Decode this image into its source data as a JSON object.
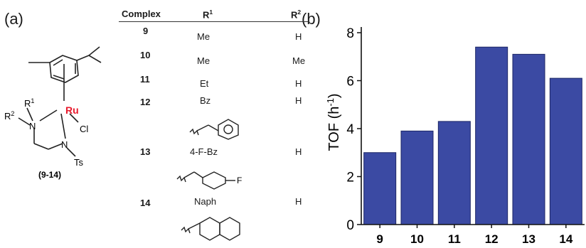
{
  "panel_a_label": "(a)",
  "panel_b_label": "(b)",
  "structure": {
    "ru": "Ru",
    "cl": "Cl",
    "n_left": "N",
    "n_right": "N",
    "ts": "Ts",
    "r1": "R",
    "r1_sup": "1",
    "r2": "R",
    "r2_sup": "2",
    "caption": "(9-14)",
    "ru_color": "#e8192c"
  },
  "table": {
    "headers": {
      "complex": "Complex",
      "r1": "R",
      "r1_sup": "1",
      "r2": "R",
      "r2_sup": "2"
    },
    "rows": [
      {
        "complex": "9",
        "r1": "Me",
        "r2": "H"
      },
      {
        "complex": "10",
        "r1": "Me",
        "r2": "Me"
      },
      {
        "complex": "11",
        "r1": "Et",
        "r2": "H"
      },
      {
        "complex": "12",
        "r1": "Bz",
        "r2": "H"
      },
      {
        "complex": "13",
        "r1": "4-F-Bz",
        "r2": "H"
      },
      {
        "complex": "14",
        "r1": "Naph",
        "r2": "H"
      }
    ],
    "fluoro_label": "F"
  },
  "chart_data": {
    "type": "bar",
    "categories": [
      "9",
      "10",
      "11",
      "12",
      "13",
      "14"
    ],
    "values": [
      3.0,
      3.9,
      4.3,
      7.4,
      7.1,
      6.1
    ],
    "title": "",
    "xlabel": "",
    "ylabel": "TOF (h",
    "ylabel_sup": "-1",
    "ylabel_end": ")",
    "ylim": [
      0,
      8
    ],
    "yticks": [
      "0",
      "2",
      "4",
      "6",
      "8"
    ],
    "bar_color": "#3b4aa3",
    "grid": false
  }
}
